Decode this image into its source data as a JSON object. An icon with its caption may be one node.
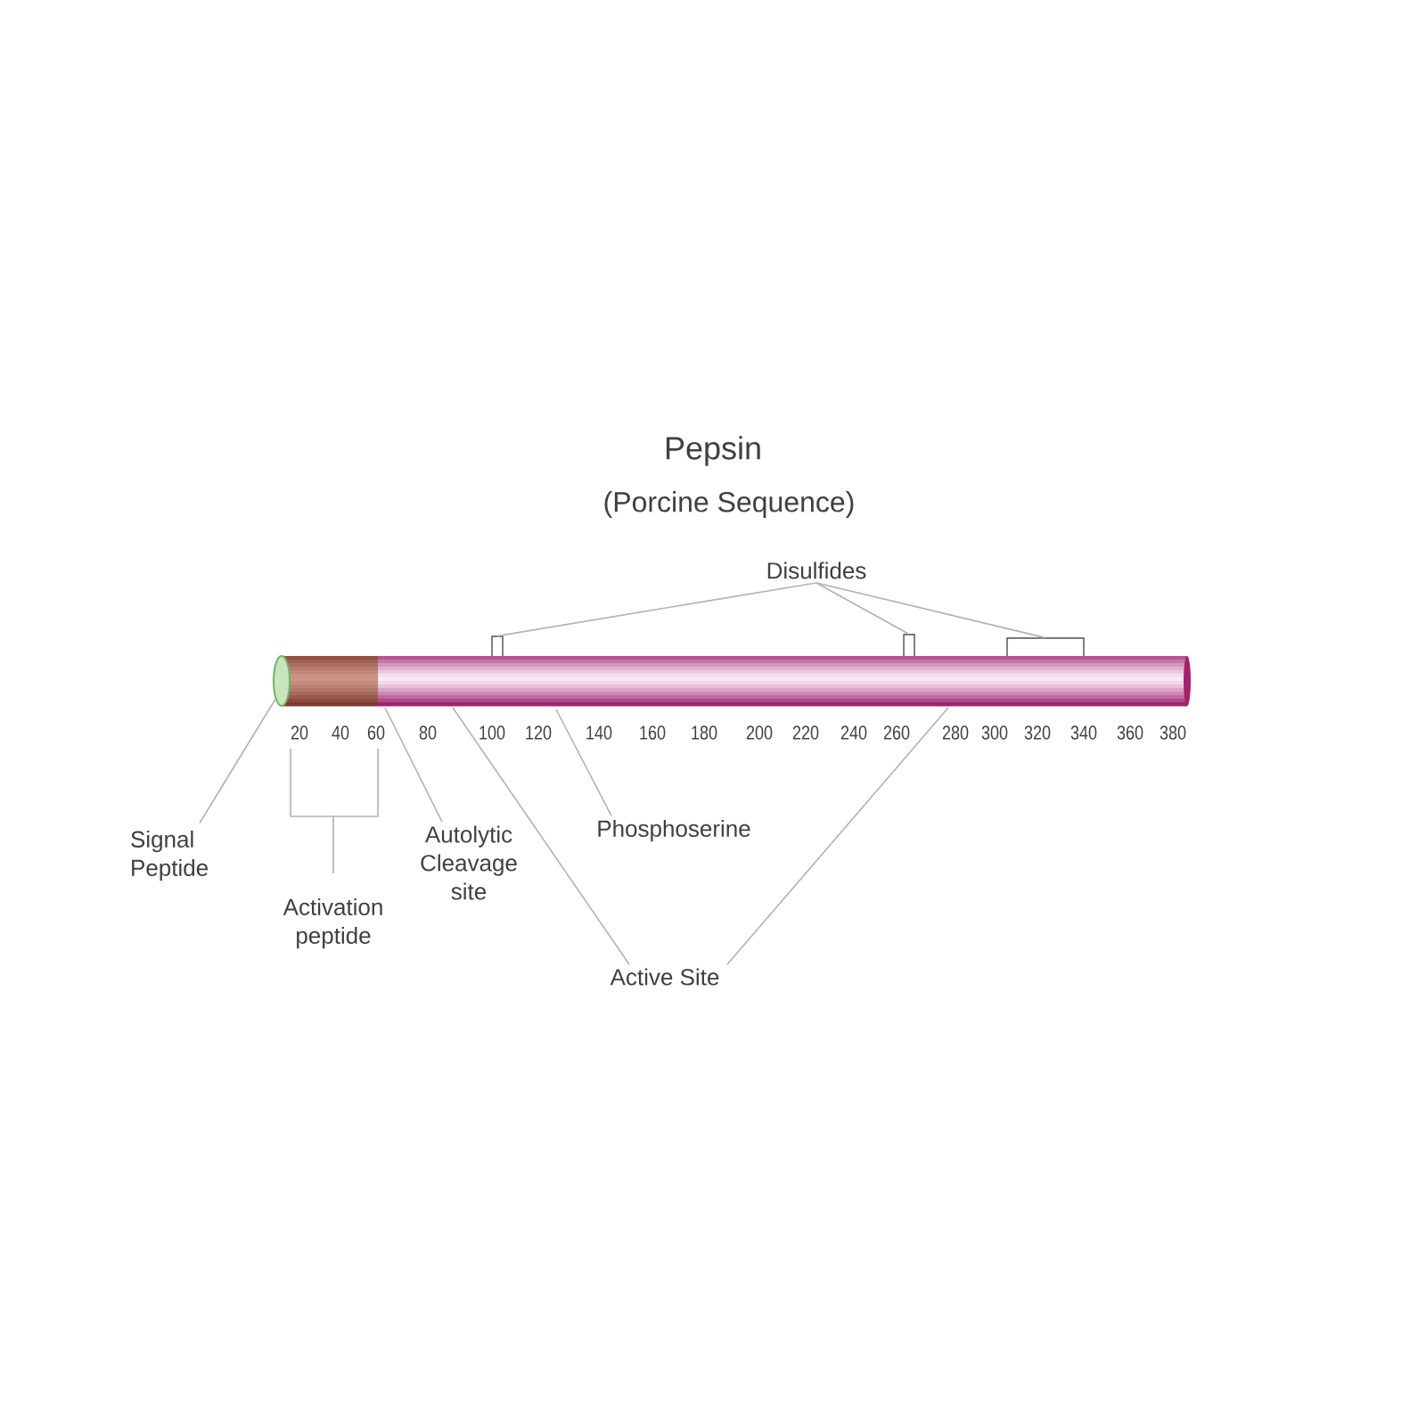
{
  "diagram": {
    "title": "Pepsin",
    "nodes": [
      {
        "text": [
          "Disulfides"
        ]
      },
      {
        "text": [],
        "shape": "box"
      },
      {
        "text": [],
        "shape": "box"
      },
      {
        "text": [],
        "shape": "box"
      },
      {
        "text": [
          "Signal Peptide"
        ]
      },
      {
        "text": [],
        "shape": "circle"
      },
      {
        "text": [
          "Activation peptide"
        ]
      },
      {
        "text": [
          "Autolytic Cleavage site"
        ]
      },
      {
        "text": [
          "Phosphoserine"
        ]
      },
      {
        "text": [
          "Active Site"
        ]
      }
    ],
    "edges": [
      {
        "from": 0,
        "to": 1,
        "arrow": "none"
      },
      {
        "from": 0,
        "to": 2,
        "arrow": "none"
      },
      {
        "from": 0,
        "to": 3,
        "arrow": "none"
      },
      {
        "from": 4,
        "to": 5,
        "arrow": "none"
      },
      {
        "from": 7,
        "to": null,
        "arrow": "none"
      },
      {
        "from": 8,
        "to": null,
        "arrow": "none"
      },
      {
        "from": 9,
        "to": null,
        "arrow": "none"
      },
      {
        "from": 9,
        "to": null,
        "arrow": "none"
      }
    ],
    "labels": [
      "(Porcine Sequence)",
      "20",
      "40",
      "60",
      "80",
      "100",
      "120",
      "140",
      "160",
      "180",
      "200",
      "220",
      "240",
      "260",
      "280",
      "300",
      "320",
      "340",
      "360",
      "380"
    ]
  }
}
